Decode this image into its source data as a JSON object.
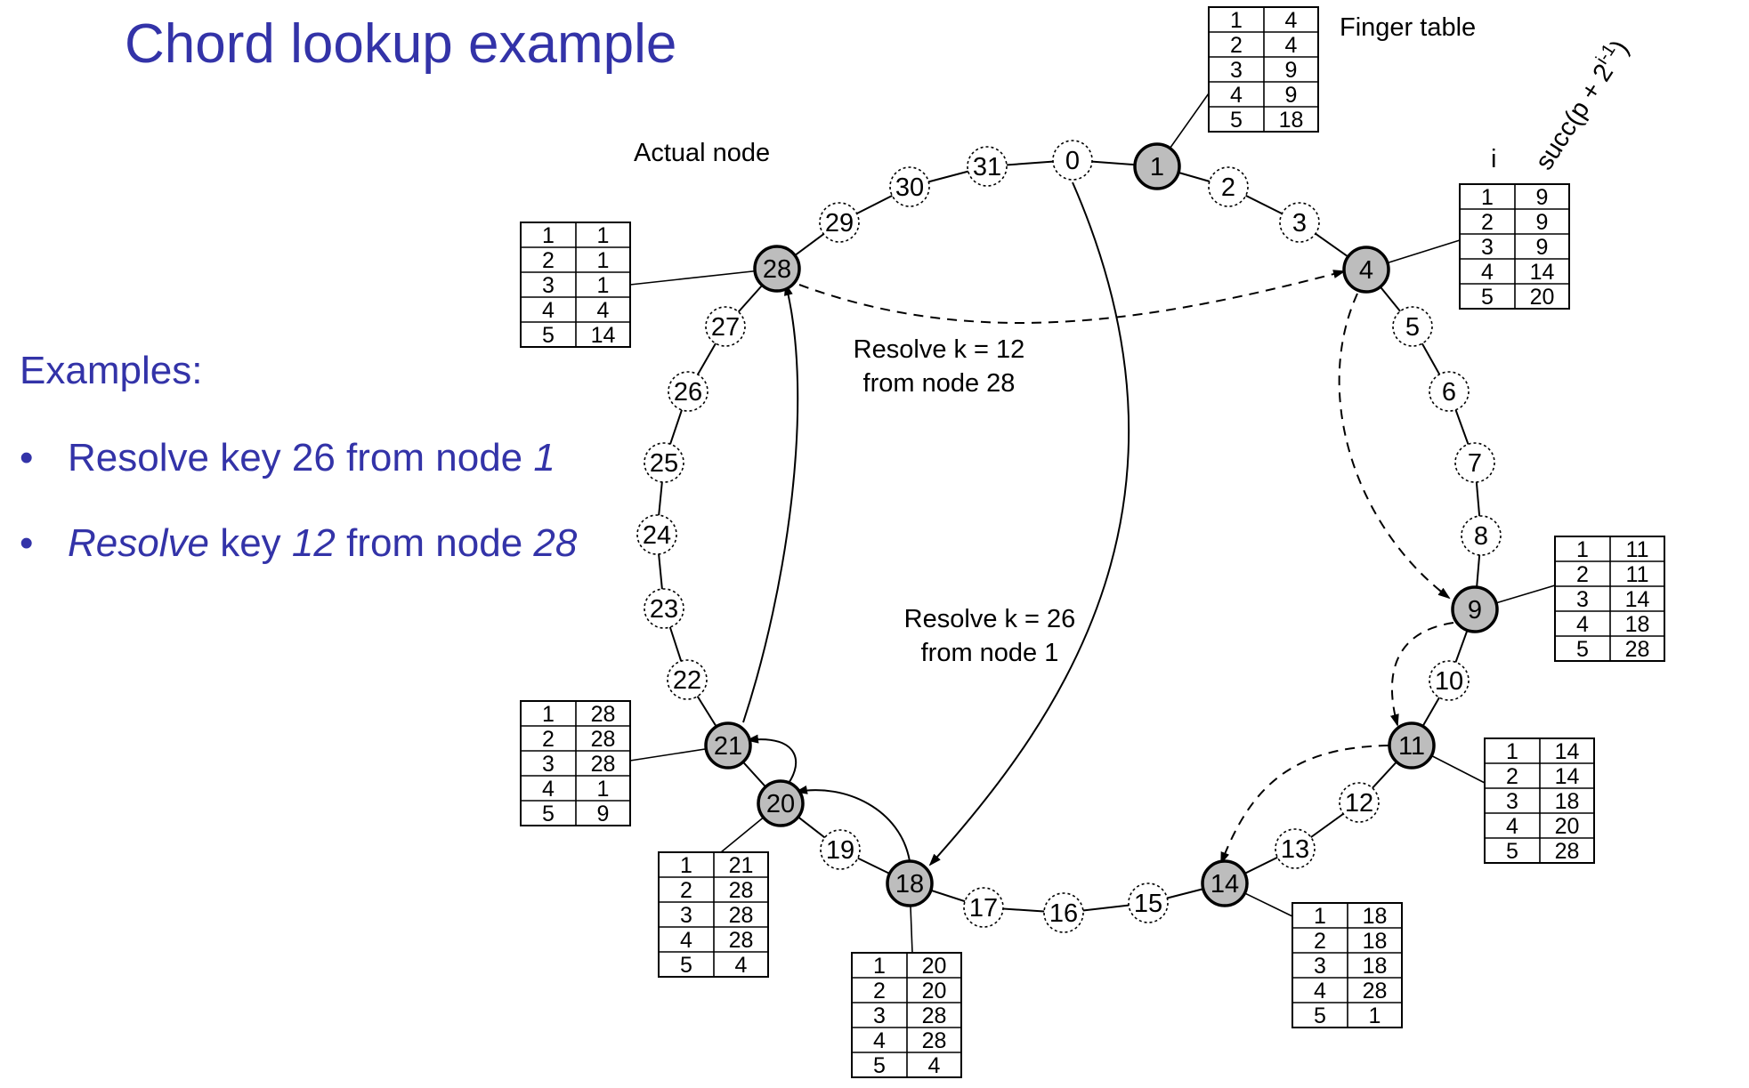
{
  "slide": {
    "title": "Chord lookup example",
    "examples_heading": "Examples:",
    "bullets": [
      {
        "parts": [
          "Resolve key 26 from node ",
          "1",
          ""
        ]
      },
      {
        "parts": [
          "Resolve",
          " key ",
          "12",
          " from node ",
          "28"
        ]
      }
    ],
    "bullet_symbol": "•"
  },
  "diagram": {
    "ring_size": 32,
    "keys": [
      "0",
      "1",
      "2",
      "3",
      "4",
      "5",
      "6",
      "7",
      "8",
      "9",
      "10",
      "11",
      "12",
      "13",
      "14",
      "15",
      "16",
      "17",
      "18",
      "19",
      "20",
      "21",
      "22",
      "23",
      "24",
      "25",
      "26",
      "27",
      "28",
      "29",
      "30",
      "31"
    ],
    "actual_nodes": [
      1,
      4,
      9,
      11,
      14,
      18,
      20,
      21,
      28
    ],
    "finger_tables": {
      "1": [
        [
          "1",
          "4"
        ],
        [
          "2",
          "4"
        ],
        [
          "3",
          "9"
        ],
        [
          "4",
          "9"
        ],
        [
          "5",
          "18"
        ]
      ],
      "4": [
        [
          "1",
          "9"
        ],
        [
          "2",
          "9"
        ],
        [
          "3",
          "9"
        ],
        [
          "4",
          "14"
        ],
        [
          "5",
          "20"
        ]
      ],
      "9": [
        [
          "1",
          "11"
        ],
        [
          "2",
          "11"
        ],
        [
          "3",
          "14"
        ],
        [
          "4",
          "18"
        ],
        [
          "5",
          "28"
        ]
      ],
      "11": [
        [
          "1",
          "14"
        ],
        [
          "2",
          "14"
        ],
        [
          "3",
          "18"
        ],
        [
          "4",
          "20"
        ],
        [
          "5",
          "28"
        ]
      ],
      "14": [
        [
          "1",
          "18"
        ],
        [
          "2",
          "18"
        ],
        [
          "3",
          "18"
        ],
        [
          "4",
          "28"
        ],
        [
          "5",
          "1"
        ]
      ],
      "18": [
        [
          "1",
          "20"
        ],
        [
          "2",
          "20"
        ],
        [
          "3",
          "28"
        ],
        [
          "4",
          "28"
        ],
        [
          "5",
          "4"
        ]
      ],
      "20": [
        [
          "1",
          "21"
        ],
        [
          "2",
          "28"
        ],
        [
          "3",
          "28"
        ],
        [
          "4",
          "28"
        ],
        [
          "5",
          "4"
        ]
      ],
      "21": [
        [
          "1",
          "28"
        ],
        [
          "2",
          "28"
        ],
        [
          "3",
          "28"
        ],
        [
          "4",
          "1"
        ],
        [
          "5",
          "9"
        ]
      ],
      "28": [
        [
          "1",
          "1"
        ],
        [
          "2",
          "1"
        ],
        [
          "3",
          "1"
        ],
        [
          "4",
          "4"
        ],
        [
          "5",
          "14"
        ]
      ]
    },
    "labels": {
      "finger_table": "Finger table",
      "actual_node": "Actual node",
      "col_i": "i",
      "col_succ": "succ(p + 2",
      "col_succ_sup": "i-1",
      "col_succ_close": ")",
      "resolve12_line1": "Resolve k = 12",
      "resolve12_line2": "from node 28",
      "resolve26_line1": "Resolve k = 26",
      "resolve26_line2": "from node 1"
    },
    "lookups": [
      {
        "key": 26,
        "from": 1,
        "path": [
          1,
          18,
          20,
          21,
          28
        ],
        "style": "solid"
      },
      {
        "key": 12,
        "from": 28,
        "path": [
          28,
          4,
          9,
          11,
          14
        ],
        "style": "dashed"
      }
    ]
  }
}
